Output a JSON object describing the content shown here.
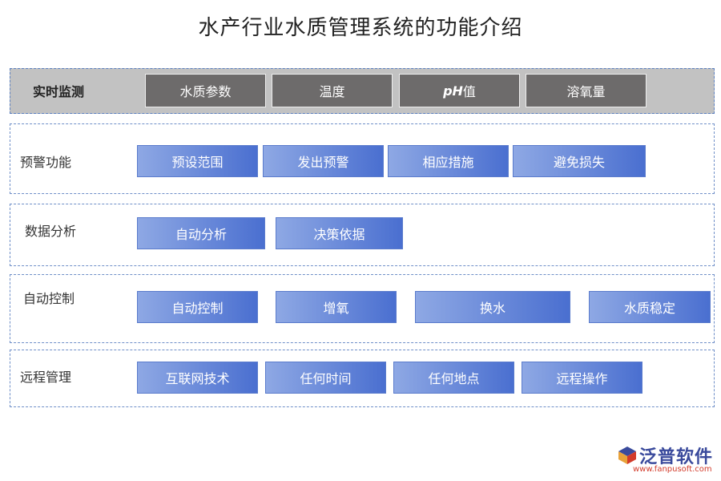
{
  "title": "水产行业水质管理系统的功能介绍",
  "rows": [
    {
      "label": "实时监测",
      "items": [
        "水质参数",
        "温度",
        "pH值",
        "溶氧量"
      ]
    },
    {
      "label": "预警功能",
      "items": [
        "预设范围",
        "发出预警",
        "相应措施",
        "避免损失"
      ]
    },
    {
      "label": "数据分析",
      "items": [
        "自动分析",
        "决策依据"
      ]
    },
    {
      "label": "自动控制",
      "items": [
        "自动控制",
        "增氧",
        "换水",
        "水质稳定"
      ]
    },
    {
      "label": "远程管理",
      "items": [
        "互联网技术",
        "任何时间",
        "任何地点",
        "远程操作"
      ]
    }
  ],
  "ph": {
    "letters": "pH",
    "suffix": "值"
  },
  "logo": {
    "name": "泛普软件",
    "url": "www.fanpusoft.com",
    "icon": "fanpu-logo-icon"
  },
  "colors": {
    "gray_box": "#6d6b6b",
    "blue_start": "#8ea8e4",
    "blue_end": "#4a6fd0",
    "logo_blue": "#3a4a9c",
    "logo_red": "#d23b2b"
  }
}
